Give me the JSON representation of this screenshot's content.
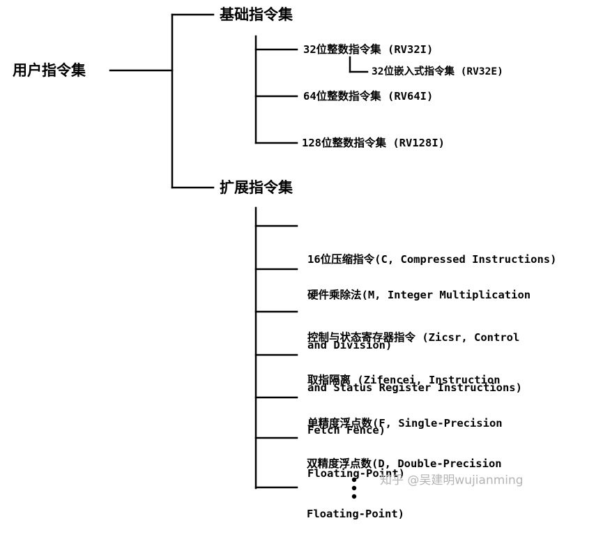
{
  "diagram": {
    "root": "用户指令集",
    "base": {
      "label": "基础指令集",
      "items": {
        "rv32i": "32位整数指令集 (RV32I)",
        "rv32e": "32位嵌入式指令集 (RV32E)",
        "rv64i": "64位整数指令集 (RV64I)",
        "rv128i": "128位整数指令集 (RV128I)"
      }
    },
    "ext": {
      "label": "扩展指令集",
      "items": [
        {
          "line1": "16位压缩指令(C, Compressed Instructions)",
          "line2": ""
        },
        {
          "line1": "硬件乘除法(M, Integer Multiplication",
          "line2": "and Division)"
        },
        {
          "line1": "控制与状态寄存器指令 (Zicsr, Control",
          "line2": "and Status Register Instructions)"
        },
        {
          "line1": "取指隔离 (Zifencei, Instruction",
          "line2": "Fetch Fence)"
        },
        {
          "line1": "单精度浮点数(F, Single-Precision",
          "line2": "Floating-Point)"
        },
        {
          "line1": "双精度浮点数(D, Double-Precision",
          "line2": "Floating-Point)"
        }
      ],
      "continuation": "⋮"
    }
  },
  "watermark": "知乎 @吴建明wujianming"
}
